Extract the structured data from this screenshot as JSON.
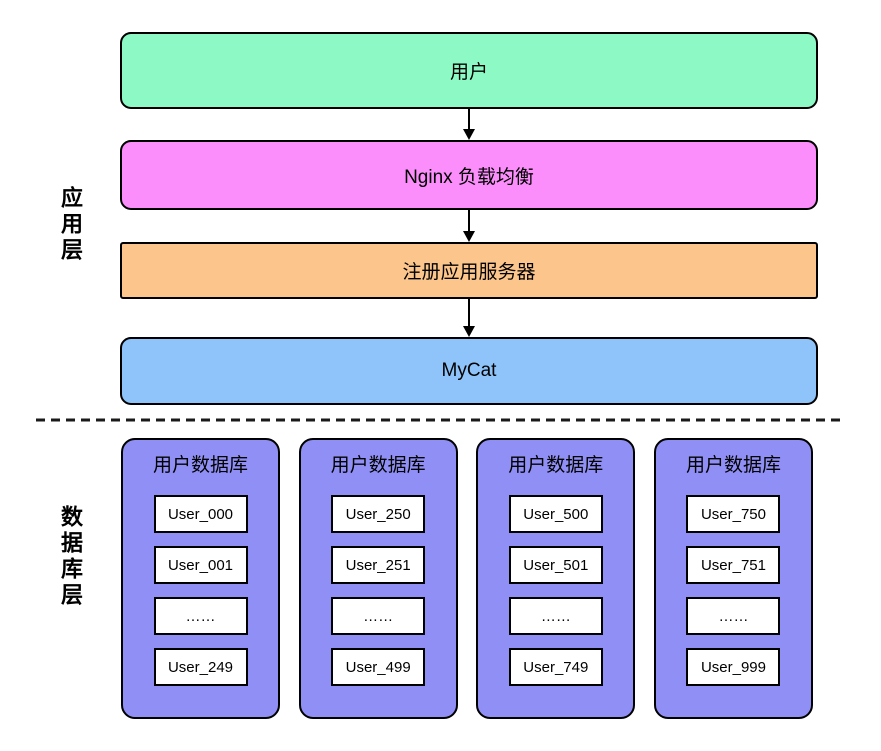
{
  "layers": {
    "app": {
      "label": "应用层"
    },
    "db": {
      "label": "数据库层"
    }
  },
  "app_flow": {
    "nodes": [
      {
        "label": "用户",
        "fill": "#8DFAC5"
      },
      {
        "label": "Nginx 负载均衡",
        "fill": "#FB8EFB"
      },
      {
        "label": "注册应用服务器",
        "fill": "#FBC58C"
      },
      {
        "label": "MyCat",
        "fill": "#8EC4FA"
      }
    ]
  },
  "db_layer": {
    "databases": [
      {
        "title": "用户数据库",
        "shards": [
          "User_000",
          "User_001",
          "……",
          "User_249"
        ]
      },
      {
        "title": "用户数据库",
        "shards": [
          "User_250",
          "User_251",
          "……",
          "User_499"
        ]
      },
      {
        "title": "用户数据库",
        "shards": [
          "User_500",
          "User_501",
          "……",
          "User_749"
        ]
      },
      {
        "title": "用户数据库",
        "shards": [
          "User_750",
          "User_751",
          "……",
          "User_999"
        ]
      }
    ]
  },
  "colors": {
    "database_fill": "#8F8FF6",
    "border": "#000000",
    "background": "#FFFFFF"
  }
}
